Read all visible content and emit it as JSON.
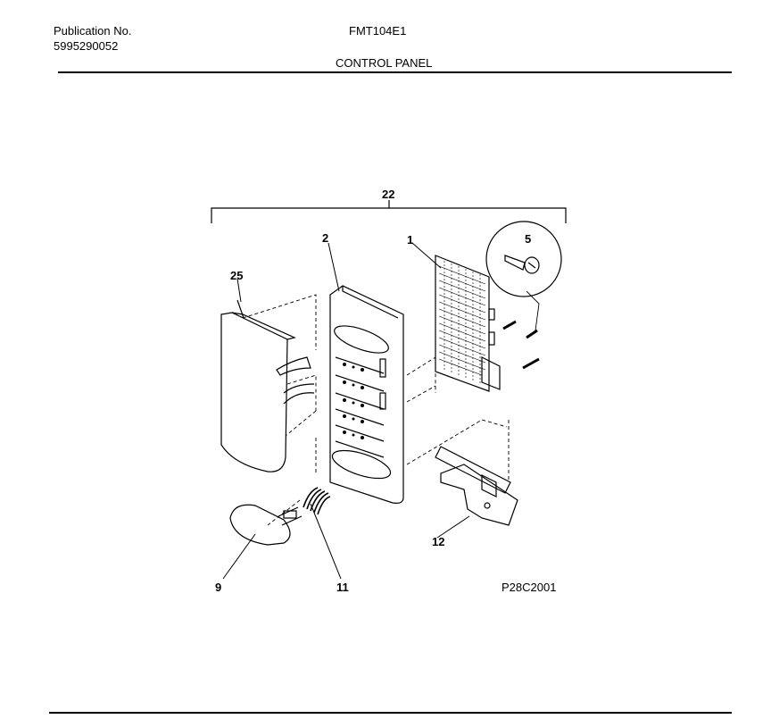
{
  "header": {
    "publication_label": "Publication No.",
    "publication_number": "5995290052",
    "model": "FMT104E1",
    "section_title": "CONTROL PANEL"
  },
  "diagram": {
    "callouts": {
      "c22": "22",
      "c2": "2",
      "c1": "1",
      "c5": "5",
      "c25": "25",
      "c9": "9",
      "c11": "11",
      "c12": "12"
    },
    "figure_code": "P28C2001"
  }
}
